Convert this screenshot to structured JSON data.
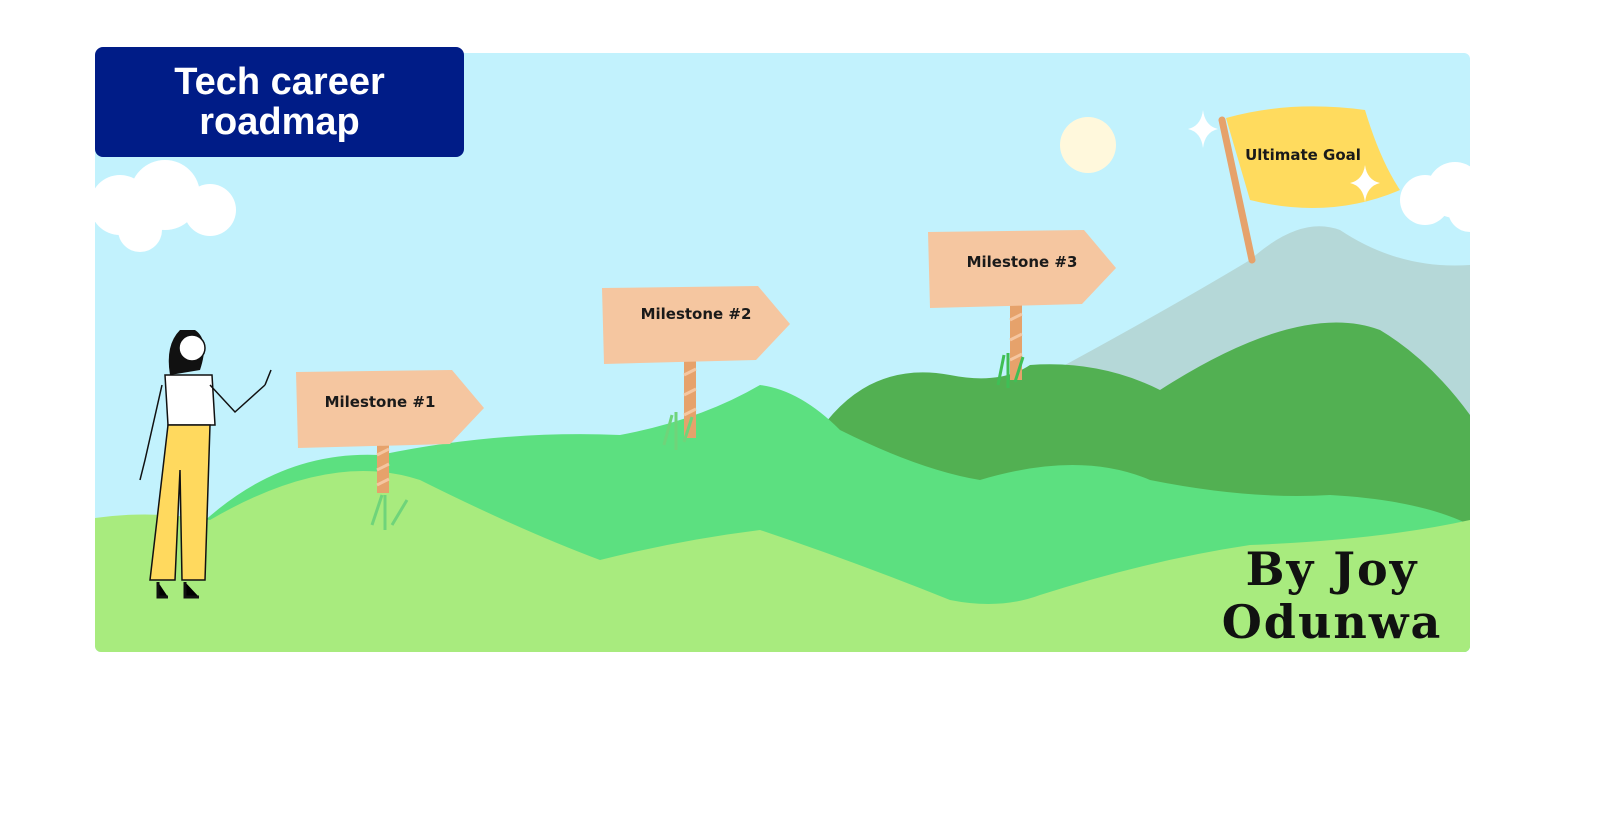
{
  "title": {
    "line1": "Tech career",
    "line2": "roadmap"
  },
  "milestones": [
    {
      "label": "Milestone #1"
    },
    {
      "label": "Milestone #2"
    },
    {
      "label": "Milestone #3"
    }
  ],
  "goal": {
    "label": "Ultimate Goal"
  },
  "author": {
    "line1": "By Joy",
    "line2": "Odunwa"
  },
  "colors": {
    "sky": "#c2f2fd",
    "title_bg": "#001c87",
    "sign": "#f5c6a0",
    "flag": "#ffdb5e",
    "grass_light": "#a8eb7e",
    "grass_mid": "#5ce080",
    "grass_dark": "#52b052",
    "mountain": "#b5d8d8"
  }
}
